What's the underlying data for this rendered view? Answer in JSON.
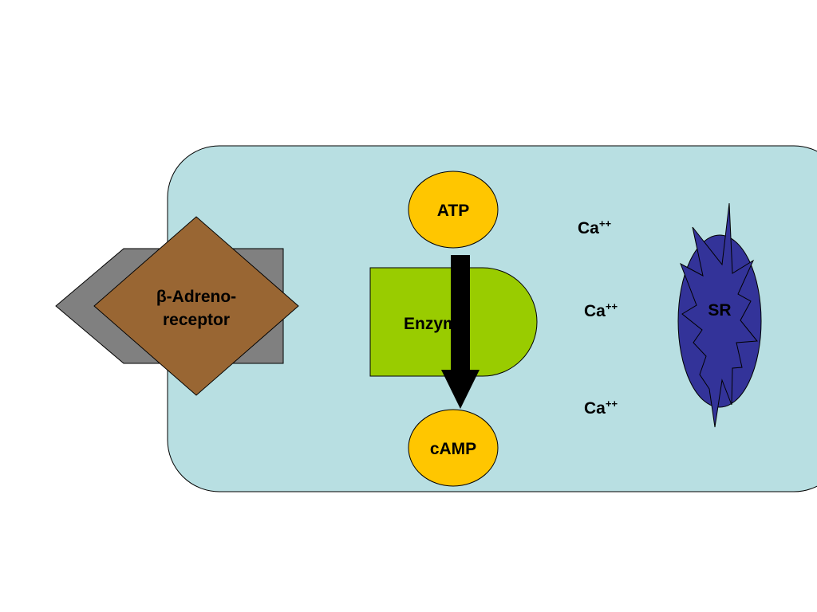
{
  "diagram": {
    "labels": {
      "atp": "ATP",
      "camp": "cAMP",
      "enzyme": "Enzyme",
      "receptor_line1": "β-Adreno-",
      "receptor_line2": "receptor",
      "sr": "SR",
      "calcium_base": "Ca",
      "calcium_charge": "++"
    },
    "colors": {
      "cell_fill": "#b8dfe2",
      "molecule_fill": "#ffc600",
      "enzyme_fill": "#99cc00",
      "receptor_fill": "#996633",
      "receptor_shadow_fill": "#808080",
      "sr_fill": "#333399",
      "arrow": "#000000"
    }
  }
}
